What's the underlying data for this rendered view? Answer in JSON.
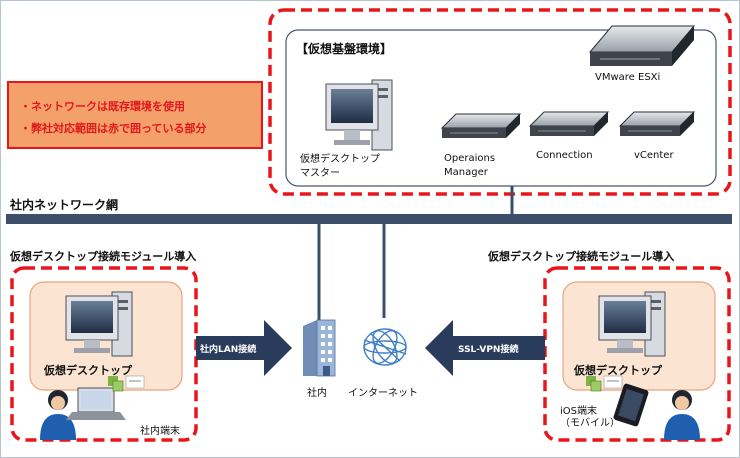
{
  "notes": {
    "line1": "・ネットワークは既存環境を使用",
    "line2": "・弊社対応範囲は赤で囲っている部分"
  },
  "infra": {
    "title": "【仮想基盤環境】",
    "master_label": "仮想デスクトップ\nマスター",
    "esxi_label": "VMware ESXi",
    "ops_label": "Operaions\nManager",
    "connection_label": "Connection",
    "vcenter_label": "vCenter"
  },
  "network": {
    "label": "社内ネットワーク網"
  },
  "left": {
    "heading": "仮想デスクトップ接続モジュール導入",
    "desktop_label": "仮想デスクトップ",
    "terminal_label": "社内端末",
    "arrow_label": "社内LAN接続"
  },
  "center": {
    "building_label": "社内",
    "internet_label": "インターネット"
  },
  "right": {
    "heading": "仮想デスクトップ接続モジュール導入",
    "desktop_label": "仮想デスクトップ",
    "terminal_label": "iOS端末\n（モバイル）",
    "arrow_label": "SSL-VPN接続"
  },
  "colors": {
    "red_dash": "#e8161c",
    "net_line": "#3b4f6b",
    "note_fill": "#f4a06a",
    "desktop_zone": "#fbe4d2",
    "arrow": "#2a3c5c"
  }
}
